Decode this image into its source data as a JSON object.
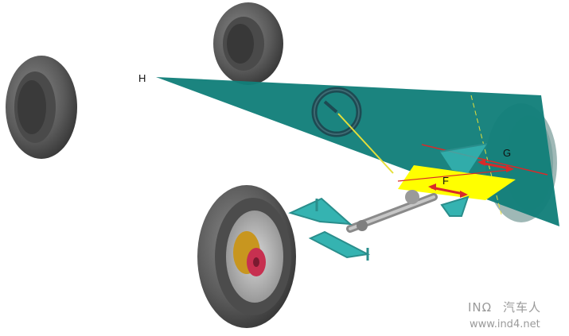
{
  "labels": {
    "h": "H",
    "g": "G",
    "f": "F"
  },
  "watermark": {
    "brand_latin": "INΩ",
    "brand_cn": "汽车人",
    "url": "www.ind4.net"
  },
  "colors": {
    "plane": "#127f7a",
    "tire": "#5f5f5f",
    "yellow": "#ffff00",
    "red_axis": "#d82a2a",
    "arm": "#35b3b1",
    "steering_line": "#e5df3a"
  }
}
